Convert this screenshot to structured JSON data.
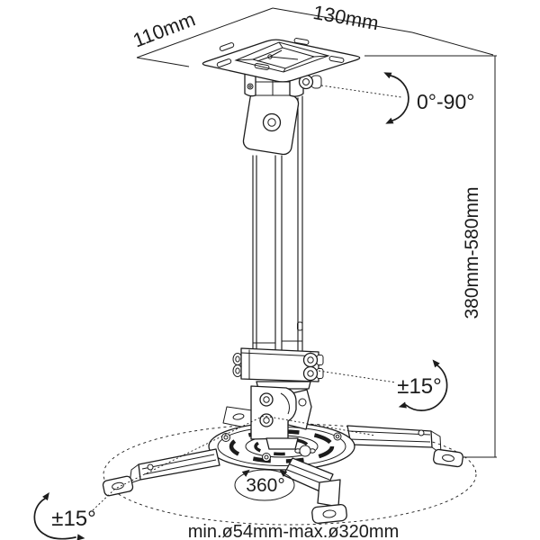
{
  "page": {
    "background": "#ffffff"
  },
  "diagram": {
    "subject": "projector-ceiling-mount-dimension-drawing",
    "colors": {
      "line": "#1c1c1c",
      "text": "#1c1c1c",
      "background": "#ffffff"
    },
    "labels": {
      "plate_depth": "110mm",
      "plate_width": "130mm",
      "tilt_range": "0°-90°",
      "height_range": "380mm-580mm",
      "swivel_right": "±15°",
      "swivel_left": "±15°",
      "rotation": "360°",
      "base_diameter": "min.ø54mm-max.ø320mm"
    }
  }
}
